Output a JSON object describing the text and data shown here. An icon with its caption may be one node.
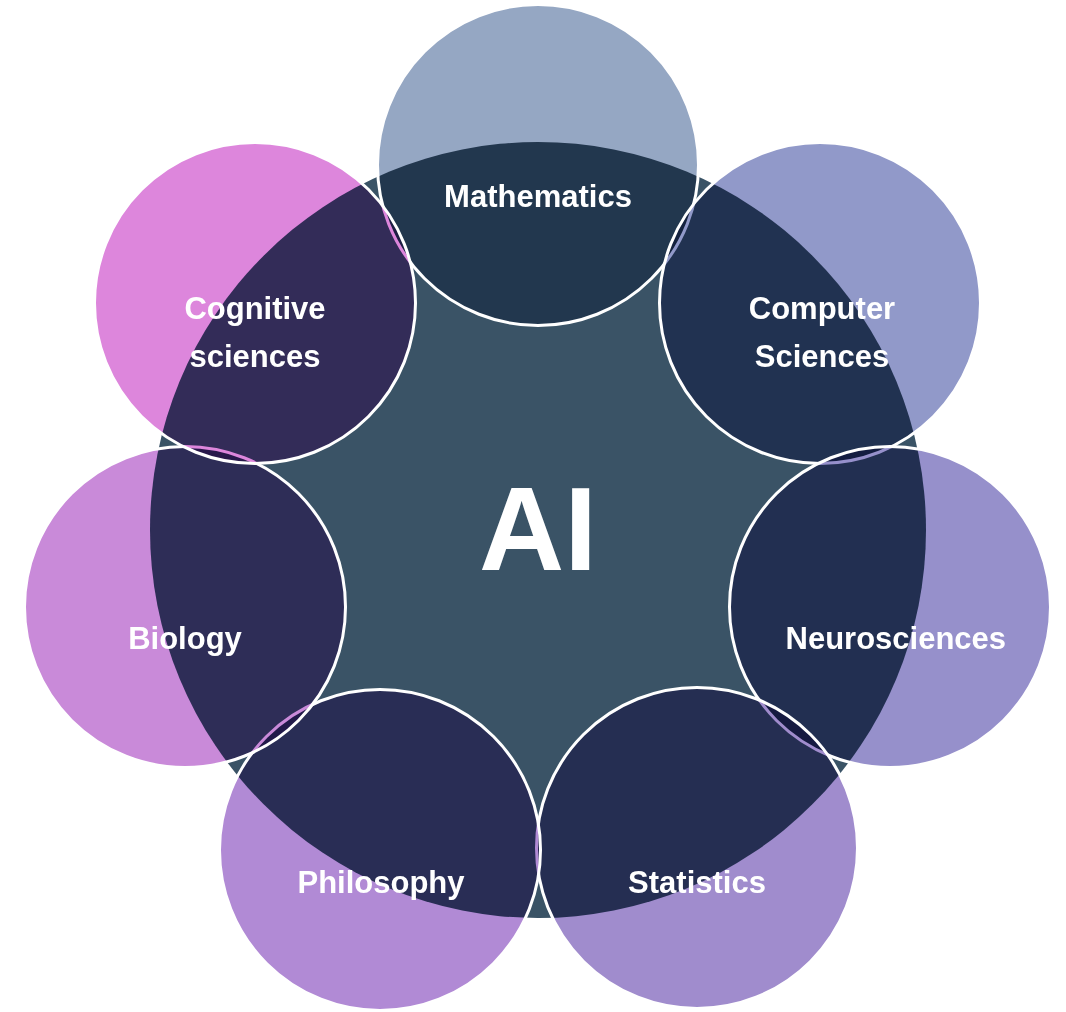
{
  "diagram": {
    "nodes": [
      {
        "text": [
          "AI"
        ]
      },
      {
        "text": [
          "Mathematics"
        ]
      },
      {
        "text": [
          "Computer Sciences"
        ]
      },
      {
        "text": [
          "Neurosciences"
        ]
      },
      {
        "text": [
          "Statistics"
        ]
      },
      {
        "text": [
          "Philosophy"
        ]
      },
      {
        "text": [
          "Biology"
        ]
      },
      {
        "text": [
          "Cognitive sciences"
        ]
      }
    ]
  }
}
